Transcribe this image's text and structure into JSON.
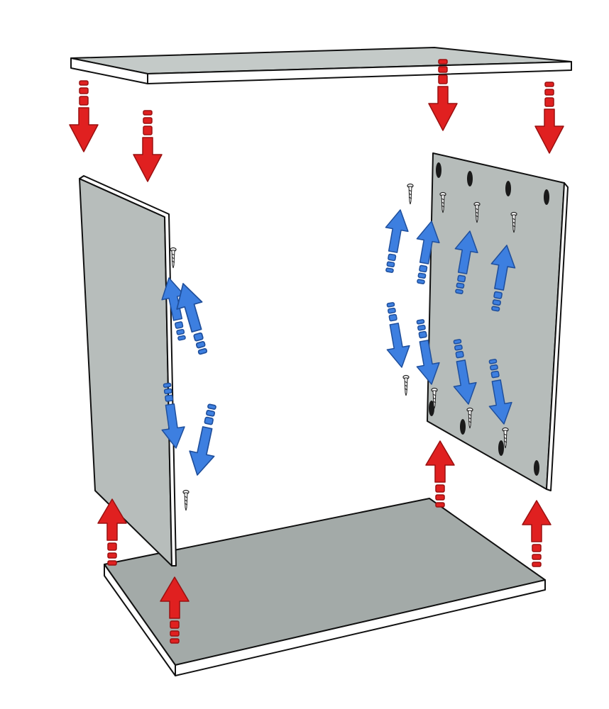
{
  "colors": {
    "panel_face": "#a7aeac",
    "panel_face_light": "#bfc5c3",
    "panel_edge": "#ffffff",
    "red_arrow": "#e02020",
    "red_arrow_dark": "#9a1010",
    "blue_arrow": "#3d7fe0",
    "blue_arrow_dark": "#1f4f9c",
    "outline": "#111111"
  },
  "parts": [
    "top-panel",
    "left-side-panel",
    "right-back-panel",
    "bottom-panel"
  ],
  "arrow_groups": {
    "red_down": 4,
    "red_up": 4,
    "blue_up": 6,
    "blue_down": 6
  }
}
